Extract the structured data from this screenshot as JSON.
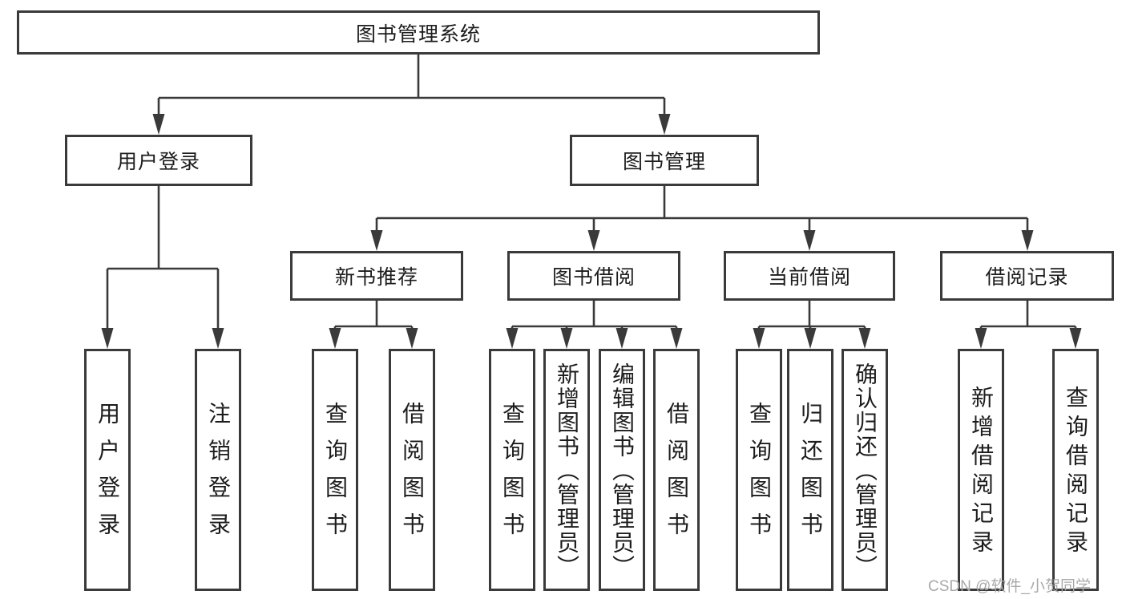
{
  "tree": {
    "root": "图书管理系统",
    "branches": [
      {
        "label": "用户登录",
        "children": [
          "用户登录",
          "注销登录"
        ]
      },
      {
        "label": "图书管理",
        "sections": [
          {
            "label": "新书推荐",
            "children": [
              "查询图书",
              "借阅图书"
            ]
          },
          {
            "label": "图书借阅",
            "children": [
              "查询图书",
              "新增图书（管理员）",
              "编辑图书（管理员）",
              "借阅图书"
            ]
          },
          {
            "label": "当前借阅",
            "children": [
              "查询图书",
              "归还图书",
              "确认归还（管理员）"
            ]
          },
          {
            "label": "借阅记录",
            "children": [
              "新增借阅记录",
              "查询借阅记录"
            ]
          }
        ]
      }
    ]
  },
  "watermark": "CSDN @软件_小贺同学",
  "colors": {
    "line": "#3a3a3a",
    "text": "#1c1c1c",
    "watermark": "#a9a9a9",
    "background": "#ffffff"
  }
}
